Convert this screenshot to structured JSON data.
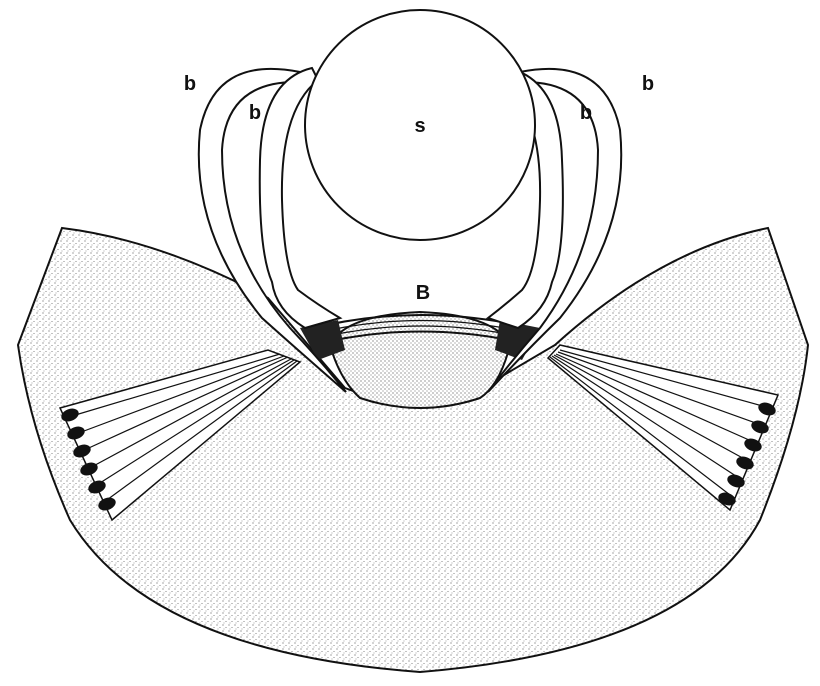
{
  "diagram": {
    "labels": {
      "sphere": "s",
      "bridge": "B",
      "outer_left": "b",
      "inner_left": "b",
      "inner_right": "b",
      "outer_right": "b"
    },
    "colors": {
      "ink": "#111111",
      "stipple": "#8a8a8a",
      "paper": "#ffffff"
    },
    "nuclei": {
      "left_count": 6,
      "right_count": 6
    }
  }
}
